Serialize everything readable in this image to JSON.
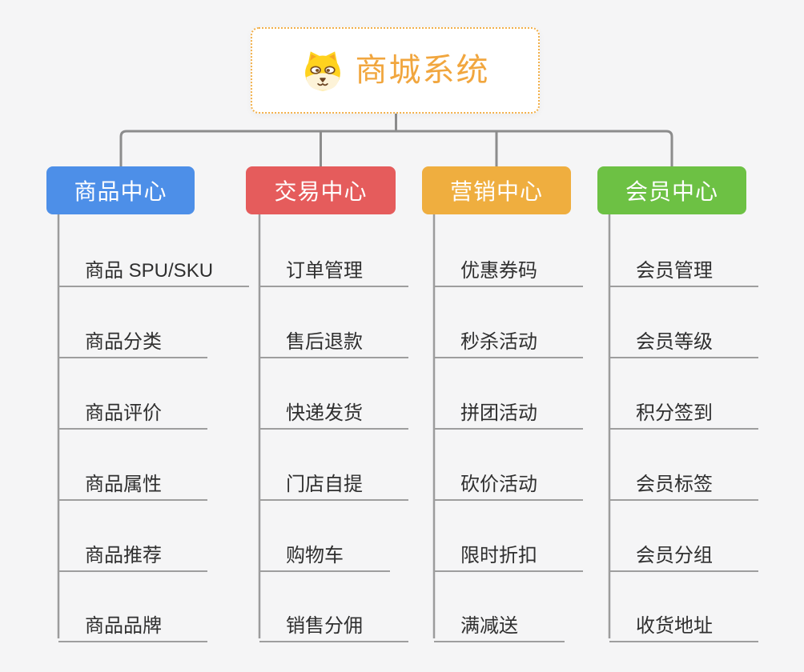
{
  "root": {
    "title": "商城系统",
    "icon": "dog-face-icon",
    "title_color": "#f1a63e",
    "border_color": "#f2b04a"
  },
  "branches": [
    {
      "label": "商品中心",
      "color": "#4d8fe8",
      "items": [
        "商品 SPU/SKU",
        "商品分类",
        "商品评价",
        "商品属性",
        "商品推荐",
        "商品品牌"
      ]
    },
    {
      "label": "交易中心",
      "color": "#e55c5c",
      "items": [
        "订单管理",
        "售后退款",
        "快递发货",
        "门店自提",
        "购物车",
        "销售分佣"
      ]
    },
    {
      "label": "营销中心",
      "color": "#efae3f",
      "items": [
        "优惠券码",
        "秒杀活动",
        "拼团活动",
        "砍价活动",
        "限时折扣",
        "满减送"
      ]
    },
    {
      "label": "会员中心",
      "color": "#6dc144",
      "items": [
        "会员管理",
        "会员等级",
        "积分签到",
        "会员标签",
        "会员分组",
        "收货地址"
      ]
    }
  ],
  "colors": {
    "background": "#f5f5f6",
    "tree_connector": "#8c8c8c",
    "spine_connector": "#9c9c9c",
    "underline": "#9e9e9e",
    "leaf_text": "#2f2f2f"
  }
}
